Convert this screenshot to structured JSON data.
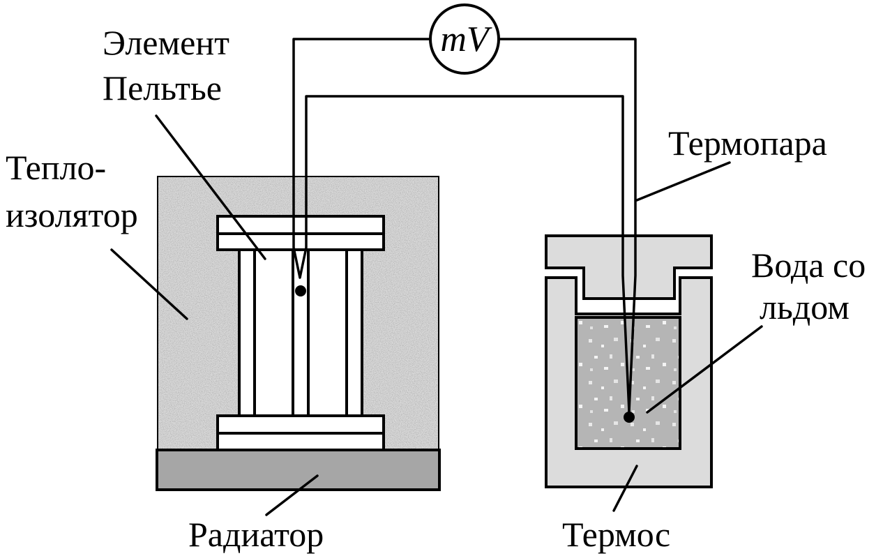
{
  "labels": {
    "peltier_line1": "Элемент",
    "peltier_line2": "Пельтье",
    "insulator_line1": "Тепло-",
    "insulator_line2": "изолятор",
    "thermocouple": "Термопара",
    "water_line1": "Вода со",
    "water_line2": "льдом",
    "radiator": "Радиатор",
    "thermos": "Термос",
    "millivoltmeter": "mV"
  },
  "colors": {
    "insulator": "#d9d9d9",
    "radiator": "#a6a6a6",
    "thermos": "#dcdcdc",
    "ice_water": "#b5b5b5",
    "outline": "#000000",
    "background": "#ffffff"
  }
}
